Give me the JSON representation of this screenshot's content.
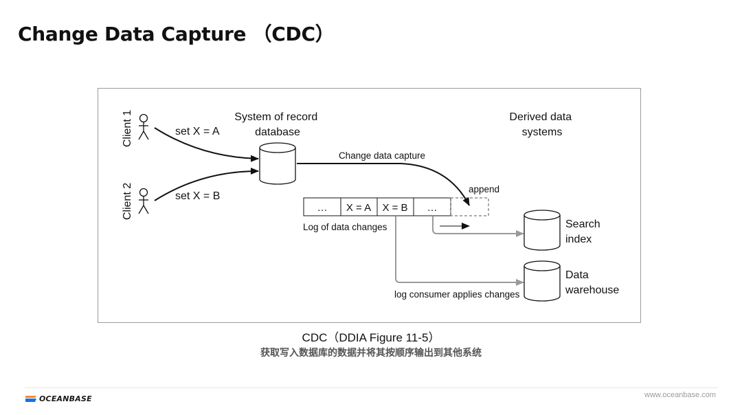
{
  "slide": {
    "title": "Change Data Capture （CDC）",
    "caption": "CDC（DDIA Figure 11-5）",
    "subcaption": "获取写入数据库的数据并将其按顺序输出到其他系统"
  },
  "diagram": {
    "client1": "Client 1",
    "client2": "Client 2",
    "write1": "set X = A",
    "write2": "set X = B",
    "system_of_record": [
      "System of record",
      "database"
    ],
    "derived_systems": [
      "Derived data",
      "systems"
    ],
    "cdc_label": "Change data capture",
    "append_label": "append",
    "log_cells": [
      "…",
      "X = A",
      "X = B",
      "…"
    ],
    "log_label": "Log of data changes",
    "consumer_label": "log consumer applies changes",
    "search_index": [
      "Search",
      "index"
    ],
    "data_warehouse": [
      "Data",
      "warehouse"
    ]
  },
  "footer": {
    "logo_text": "OCEANBASE",
    "url": "www.oceanbase.com"
  },
  "colors": {
    "grey_arrow": "#9a9a9a",
    "logo_blue": "#1e6fe0",
    "logo_orange": "#f28b2c"
  }
}
